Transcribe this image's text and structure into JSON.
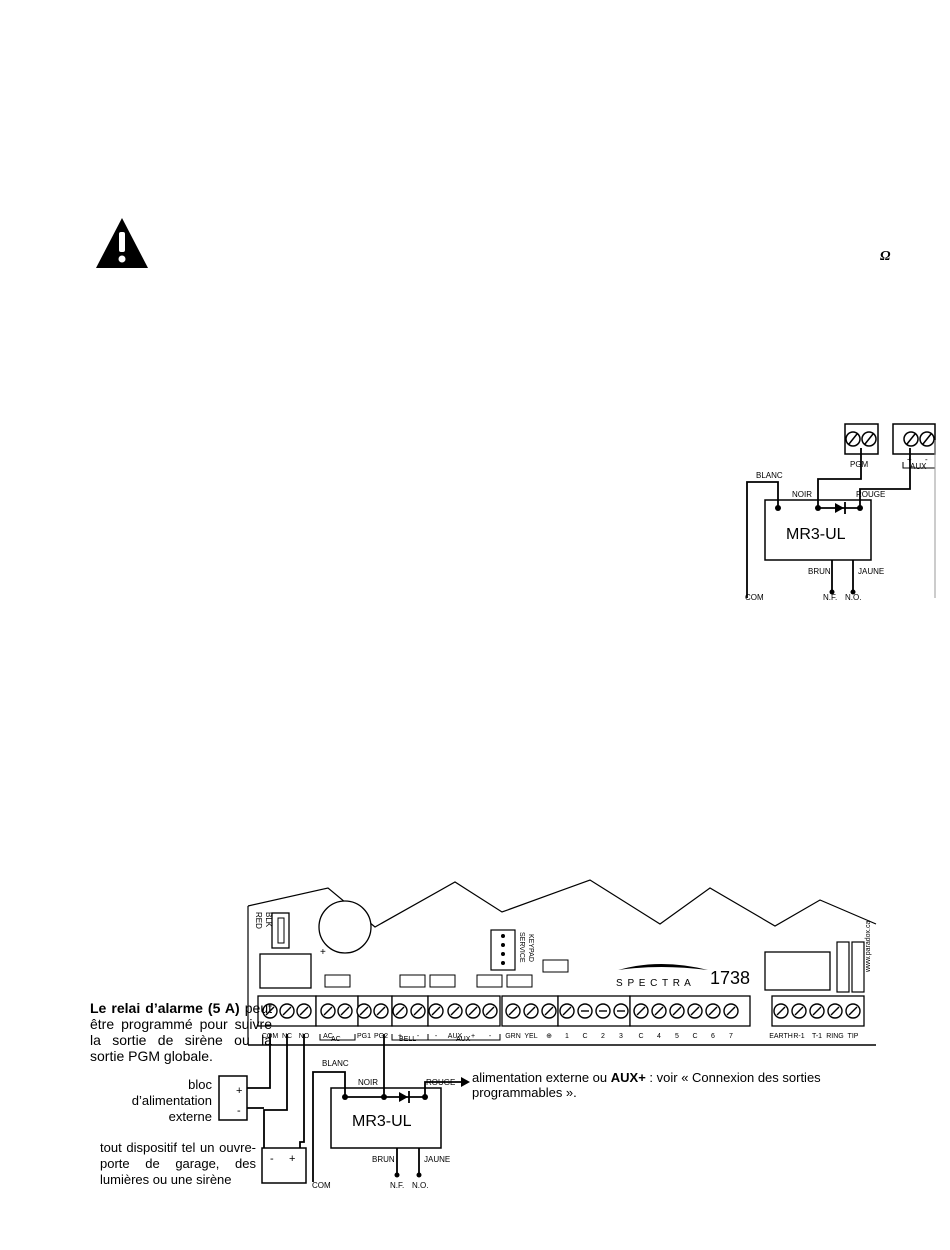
{
  "header": {
    "ohm_symbol": "Ω"
  },
  "small_diagram": {
    "pgm_label": "PGM",
    "aux_label": "AUX",
    "aux_plus": "+",
    "aux_minus": "-",
    "blanc": "BLANC",
    "noir": "NOIR",
    "rouge": "ROUGE",
    "relay": "MR3-UL",
    "brun": "BRUN",
    "jaune": "JAUNE",
    "com": "COM",
    "nf": "N.F.",
    "no": "N.O."
  },
  "panel": {
    "red": "RED",
    "blk": "BLK",
    "plus": "+",
    "service": "SERVICE",
    "keypad": "KEYPAD",
    "brand": "S P E C T R A",
    "model": "1738",
    "url": "www.paradox.ca",
    "terminals": [
      "COM",
      "NC",
      "NO",
      "AC",
      "",
      "PG1",
      "PG2",
      "+",
      "BELL",
      "-",
      "-",
      "AUX",
      "+",
      "-",
      "GRN",
      "YEL",
      "⊕",
      "1",
      "C",
      "2",
      "3",
      "C",
      "4",
      "5",
      "C",
      "6",
      "C",
      "7",
      "EARTH",
      "R-1",
      "T-1",
      "RING",
      "TIP"
    ],
    "groups": {
      "ac": "AC",
      "bell": "BELL",
      "aux": "AUX"
    }
  },
  "large_diagram": {
    "blanc": "BLANC",
    "noir": "NOIR",
    "rouge": "ROUGE",
    "relay": "MR3-UL",
    "brun": "BRUN",
    "jaune": "JAUNE",
    "com": "COM",
    "nf": "N.F.",
    "no": "N.O.",
    "psu_plus": "+",
    "psu_minus": "-",
    "dev_minus": "-",
    "dev_plus": "+"
  },
  "notes": {
    "relay_bold": "Le relai d’alarme (5 A)",
    "relay_rest": "peut être programmé pour suivre la sortie de sirène ou la sortie PGM globale.",
    "psu_line1": "bloc",
    "psu_line2": "d’alimentation",
    "psu_line3": "externe",
    "device": "tout dispositif tel un ouvre-porte de garage, des lumières ou une sirène",
    "aux_prefix": "alimentation externe ou ",
    "aux_bold": "AUX+",
    "aux_suffix": " : voir « Connexion des sorties programmables »."
  }
}
